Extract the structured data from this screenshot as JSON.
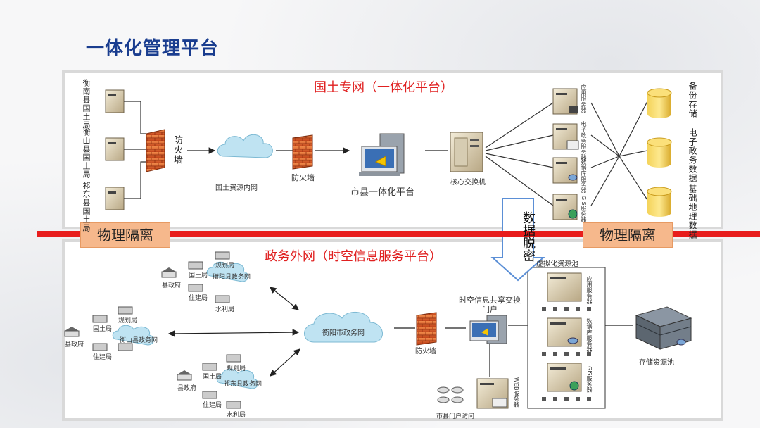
{
  "title": "一体化管理平台",
  "top": {
    "title": "国土专网（一体化平台）",
    "bureaus": [
      "衡南县国土局",
      "衡山县国土局",
      "祁东县国土局"
    ],
    "firewall1": "防火墙",
    "cloud": "国土资源内网",
    "firewall2": "防火墙",
    "platform": "市县一体化平台",
    "core_switch": "核心交换机",
    "servers": [
      "应用服务器",
      "电子政务服务器",
      "数据库服务器",
      "GIS服务器"
    ],
    "storage": [
      "备份存储",
      "电子政务数据",
      "基础地理数据"
    ]
  },
  "isolation_left": "物理隔离",
  "isolation_right": "物理隔离",
  "desensitize": "数据脱密",
  "bottom": {
    "title": "政务外网（时空信息服务平台）",
    "clusters": [
      {
        "net": "衡阳县政务网",
        "main": "县政府",
        "items": [
          "国土局",
          "规划局",
          "住建局",
          "水利局"
        ]
      },
      {
        "net": "衡山县政务网",
        "main": "县政府",
        "items": [
          "国土局",
          "规划局",
          "住建局"
        ]
      },
      {
        "net": "祁东县政务网",
        "main": "县政府",
        "items": [
          "国土局",
          "规划局",
          "住建局",
          "水利局"
        ]
      }
    ],
    "cloud": "衡阳市政务网",
    "firewall": "防火墙",
    "portal": "时空信息共享交换门户",
    "resource_pool": "虚拟化资源池",
    "pool_servers": [
      "应用服务器",
      "数据库服务器",
      "GIS服务器"
    ],
    "web_server": "WEB服务器",
    "portal_access": "市县门户访问",
    "storage_pool": "存储资源池"
  }
}
